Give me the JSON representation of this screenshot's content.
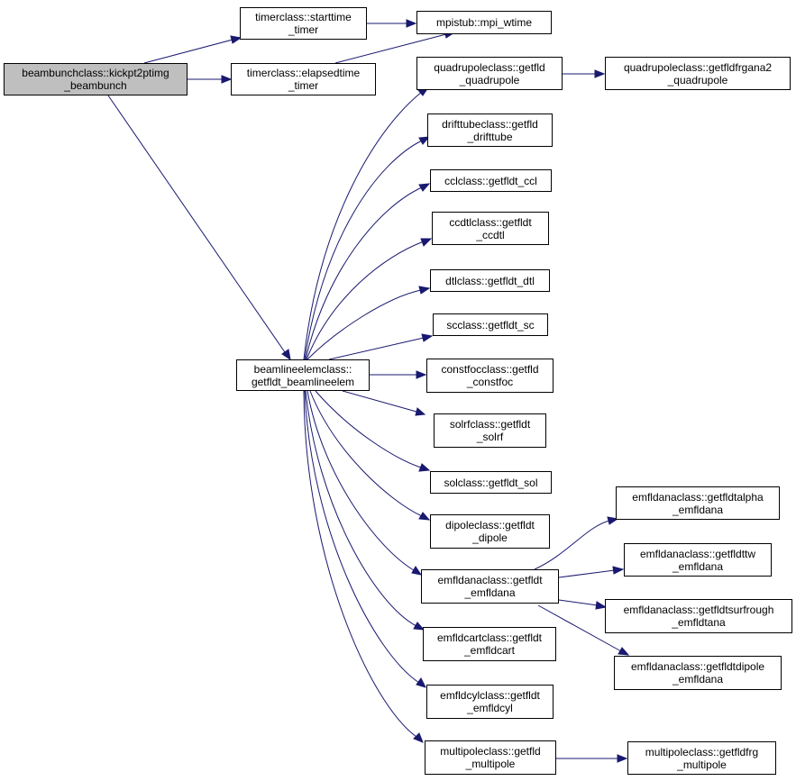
{
  "colors": {
    "edge": "#191970",
    "root_fill": "#bfbfbf",
    "node_fill": "#ffffff",
    "border": "#000000"
  },
  "nodes": {
    "root": [
      "beambunchclass::kickpt2ptimg",
      "_beambunch"
    ],
    "starttime": [
      "timerclass::starttime",
      "_timer"
    ],
    "mpi_wtime": [
      "mpistub::mpi_wtime"
    ],
    "elapsedtime": [
      "timerclass::elapsedtime",
      "_timer"
    ],
    "getfld_quadrupole": [
      "quadrupoleclass::getfld",
      "_quadrupole"
    ],
    "getfldfrgana2": [
      "quadrupoleclass::getfldfrgana2",
      "_quadrupole"
    ],
    "getfld_drifttube": [
      "drifttubeclass::getfld",
      "_drifttube"
    ],
    "getfldt_ccl": [
      "cclclass::getfldt_ccl"
    ],
    "getfldt_ccdtl": [
      "ccdtlclass::getfldt",
      "_ccdtl"
    ],
    "getfldt_dtl": [
      "dtlclass::getfldt_dtl"
    ],
    "getfldt_sc": [
      "scclass::getfldt_sc"
    ],
    "getfldt_beamlineelem": [
      "beamlineelemclass::",
      "getfldt_beamlineelem"
    ],
    "getfld_constfoc": [
      "constfocclass::getfld",
      "_constfoc"
    ],
    "getfldt_solrf": [
      "solrfclass::getfldt",
      "_solrf"
    ],
    "getfldt_sol": [
      "solclass::getfldt_sol"
    ],
    "getfldt_dipole": [
      "dipoleclass::getfldt",
      "_dipole"
    ],
    "getfldt_emfldana": [
      "emfldanaclass::getfldt",
      "_emfldana"
    ],
    "getfldtalpha": [
      "emfldanaclass::getfldtalpha",
      "_emfldana"
    ],
    "getfldttw": [
      "emfldanaclass::getfldttw",
      "_emfldana"
    ],
    "getfldtsurfrough": [
      "emfldanaclass::getfldtsurfrough",
      "_emfldtana"
    ],
    "getfldtdipole": [
      "emfldanaclass::getfldtdipole",
      "_emfldana"
    ],
    "getfldt_emfldcart": [
      "emfldcartclass::getfldt",
      "_emfldcart"
    ],
    "getfldt_emfldcyl": [
      "emfldcylclass::getfldt",
      "_emfldcyl"
    ],
    "getfld_multipole": [
      "multipoleclass::getfld",
      "_multipole"
    ],
    "getfldfrg_multipole": [
      "multipoleclass::getfldfrg",
      "_multipole"
    ]
  },
  "edges": [
    [
      "root",
      "starttime"
    ],
    [
      "root",
      "elapsedtime"
    ],
    [
      "root",
      "getfldt_beamlineelem"
    ],
    [
      "starttime",
      "mpi_wtime"
    ],
    [
      "elapsedtime",
      "mpi_wtime"
    ],
    [
      "getfld_quadrupole",
      "getfldfrgana2"
    ],
    [
      "getfldt_beamlineelem",
      "getfld_quadrupole"
    ],
    [
      "getfldt_beamlineelem",
      "getfld_drifttube"
    ],
    [
      "getfldt_beamlineelem",
      "getfldt_ccl"
    ],
    [
      "getfldt_beamlineelem",
      "getfldt_ccdtl"
    ],
    [
      "getfldt_beamlineelem",
      "getfldt_dtl"
    ],
    [
      "getfldt_beamlineelem",
      "getfldt_sc"
    ],
    [
      "getfldt_beamlineelem",
      "getfld_constfoc"
    ],
    [
      "getfldt_beamlineelem",
      "getfldt_solrf"
    ],
    [
      "getfldt_beamlineelem",
      "getfldt_sol"
    ],
    [
      "getfldt_beamlineelem",
      "getfldt_dipole"
    ],
    [
      "getfldt_beamlineelem",
      "getfldt_emfldana"
    ],
    [
      "getfldt_beamlineelem",
      "getfldt_emfldcart"
    ],
    [
      "getfldt_beamlineelem",
      "getfldt_emfldcyl"
    ],
    [
      "getfldt_beamlineelem",
      "getfld_multipole"
    ],
    [
      "getfldt_emfldana",
      "getfldtalpha"
    ],
    [
      "getfldt_emfldana",
      "getfldttw"
    ],
    [
      "getfldt_emfldana",
      "getfldtsurfrough"
    ],
    [
      "getfldt_emfldana",
      "getfldtdipole"
    ],
    [
      "getfld_multipole",
      "getfldfrg_multipole"
    ]
  ]
}
